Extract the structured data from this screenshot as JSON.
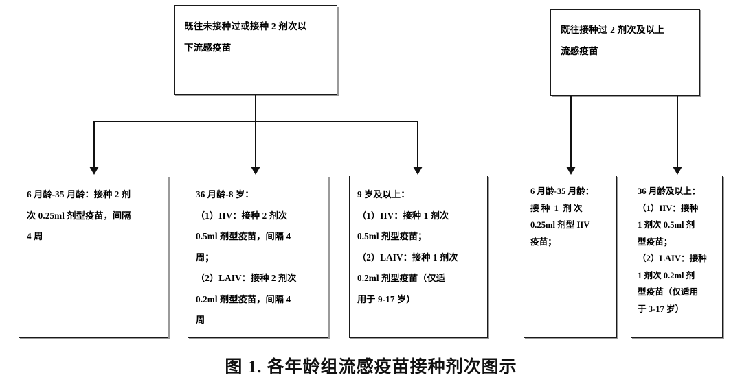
{
  "figure": {
    "caption": "图 1. 各年龄组流感疫苗接种剂次图示",
    "ink_color": "#111111",
    "box_border_color": "#1a1a1a",
    "background_color": "#ffffff"
  },
  "left_branch": {
    "root": {
      "label": "既往未接种过或接种 2 剂次以\n下流感疫苗"
    },
    "children": [
      {
        "label": "6 月龄-35 月龄：接种 2 剂\n次 0.25ml 剂型疫苗，间隔\n4 周"
      },
      {
        "label": "36 月龄-8 岁：\n（1）IIV：接种 2 剂次\n0.5ml 剂型疫苗，间隔 4\n周；\n（2）LAIV：接种 2 剂次\n0.2ml 剂型疫苗，间隔 4\n周"
      },
      {
        "label": "9 岁及以上：\n（1）IIV：接种 1 剂次\n0.5ml 剂型疫苗；\n（2）LAIV：接种 1 剂次\n0.2ml 剂型疫苗（仅适\n用于 9-17 岁）"
      }
    ]
  },
  "right_branch": {
    "root": {
      "label": "既往接种过 2 剂次及以上\n流感疫苗"
    },
    "children": [
      {
        "label": "6 月龄-35 月龄：\n接 种  1  剂 次\n0.25ml 剂型 IIV\n疫苗；"
      },
      {
        "label": "36 月龄及以上：\n（1）IIV：接种\n1 剂次 0.5ml 剂\n型疫苗；\n（2）LAIV：接种\n1 剂次 0.2ml 剂\n型疫苗（仅适用\n于 3-17 岁）"
      }
    ]
  }
}
